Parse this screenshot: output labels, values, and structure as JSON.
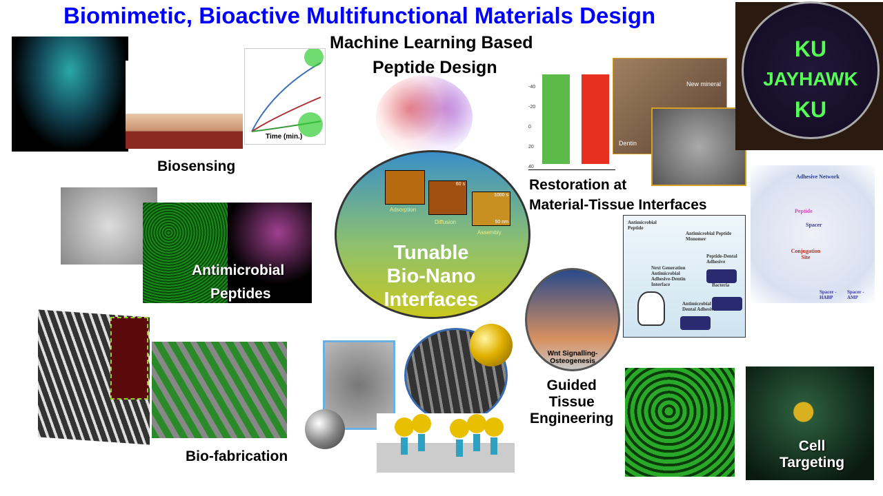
{
  "title": "Biomimetic, Bioactive Multifunctional Materials Design",
  "ml": {
    "line1": "Machine Learning Based",
    "line2": "Peptide Design"
  },
  "biosensing": {
    "label": "Biosensing",
    "axis": "Time (min.)"
  },
  "antimicrobial": {
    "line1": "Antimicrobial",
    "line2": "Peptides"
  },
  "tunable": {
    "line1": "Tunable",
    "line2": "Bio-Nano",
    "line3": "Interfaces",
    "stages": [
      "Adsorption",
      "Diffusion",
      "Assembly"
    ],
    "times": [
      "60 s",
      "1000 s"
    ],
    "scale": "50 nm"
  },
  "restoration": {
    "line1": "Restoration at",
    "line2": "Material-Tissue Interfaces",
    "sem_labels": [
      "New mineral",
      "Dentin"
    ],
    "axis_ticks": [
      "-40",
      "-20",
      "0",
      "20",
      "40"
    ]
  },
  "petri": {
    "line1": "KU",
    "line2": "JAYHAWK",
    "line3": "KU"
  },
  "dental_diagram": {
    "labels": [
      "Antimicrobial Peptide",
      "Antimicrobial Peptide Monomer",
      "Peptide-Dental Adhesive",
      "Bacteria",
      "Next Generation Antimicrobial Adhesive-Dentin Interface",
      "Antimicrobial Dental Adhesive"
    ]
  },
  "network": {
    "title": "Adhesive Network",
    "peptide": "Peptide",
    "spacer": "Spacer",
    "site": "Conjugation Site",
    "legend": [
      "Spacer -HABP",
      "Spacer -AMP"
    ]
  },
  "guided": {
    "line1": "Guided",
    "line2": "Tissue",
    "line3": "Engineering",
    "inset": "Wnt Signalling-Osteogenesis"
  },
  "biofab": {
    "label": "Bio-fabrication"
  },
  "cell": {
    "line1": "Cell",
    "line2": "Targeting"
  },
  "colors": {
    "title": "#0000ff"
  }
}
